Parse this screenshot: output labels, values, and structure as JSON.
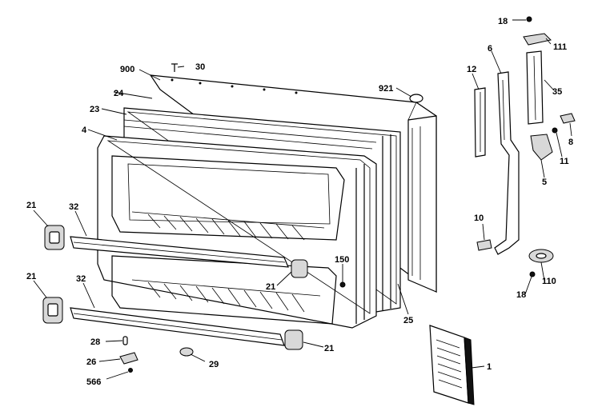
{
  "labels": {
    "l18a": "18",
    "l111": "111",
    "l6": "6",
    "l12": "12",
    "l35": "35",
    "l8": "8",
    "l11": "11",
    "l5": "5",
    "l900": "900",
    "l30": "30",
    "l921": "921",
    "l24": "24",
    "l23": "23",
    "l4": "4",
    "l21a": "21",
    "l32a": "32",
    "l10": "10",
    "l110": "110",
    "l18b": "18",
    "l150": "150",
    "l21b": "21",
    "l21c": "21",
    "l32b": "32",
    "l25": "25",
    "l28": "28",
    "l26": "26",
    "l566": "566",
    "l29": "29",
    "l21d": "21",
    "l1": "1"
  }
}
